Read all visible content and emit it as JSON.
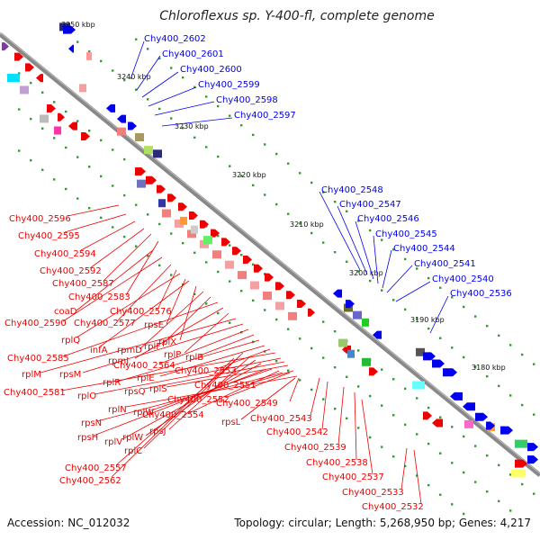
{
  "title": "Chloroflexus sp. Y-400-fl, complete genome",
  "footer": {
    "accession": "Accession: NC_012032",
    "topology": "Topology: circular; Length: 5,268,950 bp; Genes: 4,217"
  },
  "ticks": [
    "3250 kbp",
    "3240 kbp",
    "3230 kbp",
    "3220 kbp",
    "3210 kbp",
    "3200 kbp",
    "3190 kbp",
    "3180 kbp"
  ],
  "colors": {
    "forward": "#0000ee",
    "reverse": "#ee0000",
    "backbone": "#888888",
    "tick": "#339933"
  },
  "upper_labels": [
    "Chy400_2602",
    "Chy400_2601",
    "Chy400_2600",
    "Chy400_2599",
    "Chy400_2598",
    "Chy400_2597",
    "Chy400_2548",
    "Chy400_2547",
    "Chy400_2546",
    "Chy400_2545",
    "Chy400_2544",
    "Chy400_2541",
    "Chy400_2540",
    "Chy400_2536"
  ],
  "lower_labels": [
    "Chy400_2596",
    "Chy400_2595",
    "Chy400_2594",
    "Chy400_2592",
    "Chy400_2587",
    "Chy400_2583",
    "coaD",
    "Chy400_2590",
    "Chy400_2576",
    "Chy400_2577",
    "rpsE",
    "rplQ",
    "rplX",
    "infA",
    "rpmD",
    "rplF",
    "Chy400_2585",
    "rpmJ",
    "rplP",
    "rplM",
    "rpsM",
    "Chy400_2564",
    "rplB",
    "rplR",
    "rplE",
    "Chy400_2553",
    "Chy400_2581",
    "rplO",
    "rpsQ",
    "rplS",
    "Chy400_2551",
    "Chy400_2552",
    "rplN",
    "Chy400_2549",
    "rpsN",
    "rplW",
    "Chy400_2554",
    "rpsL",
    "Chy400_2543",
    "rpsH",
    "rplV",
    "rplWb",
    "rpsJ",
    "Chy400_2542",
    "rplC",
    "Chy400_2539",
    "Chy400_2538",
    "Chy400_2557",
    "Chy400_2537",
    "Chy400_2562",
    "Chy400_2533",
    "Chy400_2532"
  ]
}
